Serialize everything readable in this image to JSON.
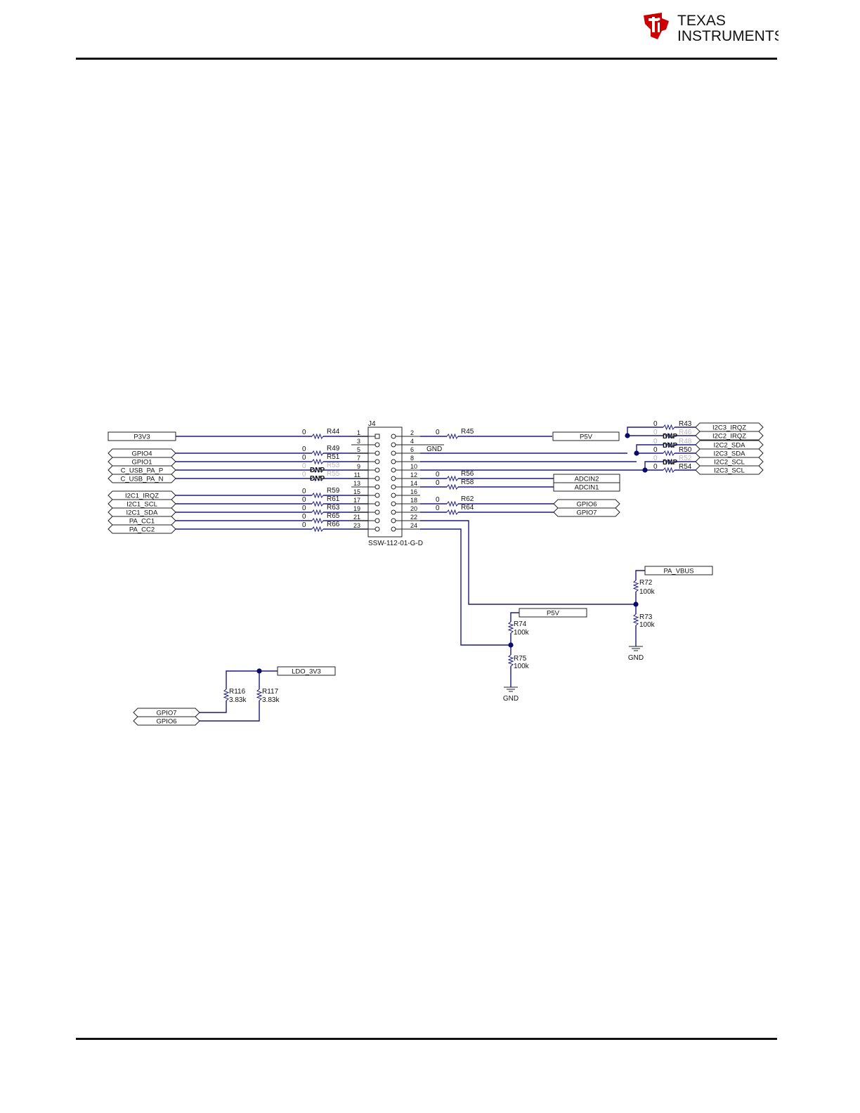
{
  "header": {
    "brand_line1": "Texas",
    "brand_line2": "Instruments",
    "colors": {
      "ti_red": "#cc0000",
      "wire": "#1a1a80",
      "dot": "#0a0a6a"
    }
  },
  "schematic": {
    "connector": {
      "ref": "J4",
      "part": "SSW-112-01-G-D",
      "odd_pins": [
        "1",
        "3",
        "5",
        "7",
        "9",
        "11",
        "13",
        "15",
        "17",
        "19",
        "21",
        "23"
      ],
      "even_pins": [
        "2",
        "4",
        "6",
        "8",
        "10",
        "12",
        "14",
        "16",
        "18",
        "20",
        "22",
        "24"
      ]
    },
    "left_nets": [
      "P3V3",
      "GPIO4",
      "GPIO1",
      "C_USB_PA_P",
      "C_USB_PA_N",
      "I2C1_IRQZ",
      "I2C1_SCL",
      "I2C1_SDA",
      "PA_CC1",
      "PA_CC2"
    ],
    "left_resistors": [
      {
        "ref": "R44",
        "value": "0",
        "dnp": ""
      },
      {
        "ref": "R49",
        "value": "0",
        "dnp": ""
      },
      {
        "ref": "R51",
        "value": "0",
        "dnp": ""
      },
      {
        "ref": "R53",
        "value": "0",
        "dnp": "DNP"
      },
      {
        "ref": "R55",
        "value": "0",
        "dnp": "DNP"
      },
      {
        "ref": "R59",
        "value": "0",
        "dnp": ""
      },
      {
        "ref": "R61",
        "value": "0",
        "dnp": ""
      },
      {
        "ref": "R63",
        "value": "0",
        "dnp": ""
      },
      {
        "ref": "R65",
        "value": "0",
        "dnp": ""
      },
      {
        "ref": "R66",
        "value": "0",
        "dnp": ""
      }
    ],
    "pin4_net": "GND",
    "right_resistors": [
      {
        "ref": "R45",
        "value": "0"
      },
      {
        "ref": "R56",
        "value": "0"
      },
      {
        "ref": "R58",
        "value": "0"
      },
      {
        "ref": "R62",
        "value": "0"
      },
      {
        "ref": "R64",
        "value": "0"
      }
    ],
    "right_nets": [
      "P5V",
      "ADCIN2",
      "ADCIN1",
      "GPIO6",
      "GPIO7"
    ],
    "i2c_bank": {
      "resistors": [
        {
          "ref": "R43",
          "value": "0",
          "dnp": ""
        },
        {
          "ref": "R46",
          "value": "0",
          "dnp": "DNP"
        },
        {
          "ref": "R48",
          "value": "0",
          "dnp": "DNP"
        },
        {
          "ref": "R50",
          "value": "0",
          "dnp": ""
        },
        {
          "ref": "R52",
          "value": "0",
          "dnp": "DNP"
        },
        {
          "ref": "R54",
          "value": "0",
          "dnp": ""
        }
      ],
      "nets": [
        "I2C3_IRQZ",
        "I2C2_IRQZ",
        "I2C2_SDA",
        "I2C3_SDA",
        "I2C2_SCL",
        "I2C3_SCL"
      ]
    },
    "vbus_divider": {
      "net": "PA_VBUS",
      "top": {
        "ref": "R72",
        "value": "100k"
      },
      "bottom": {
        "ref": "R73",
        "value": "100k"
      },
      "gnd": "GND"
    },
    "p5v_divider": {
      "net": "P5V",
      "top": {
        "ref": "R74",
        "value": "100k"
      },
      "bottom": {
        "ref": "R75",
        "value": "100k"
      },
      "gnd": "GND"
    },
    "ldo_pullups": {
      "net": "LDO_3V3",
      "r1": {
        "ref": "R116",
        "value": "3.83k"
      },
      "r2": {
        "ref": "R117",
        "value": "3.83k"
      },
      "nets": [
        "GPIO7",
        "GPIO6"
      ]
    }
  }
}
